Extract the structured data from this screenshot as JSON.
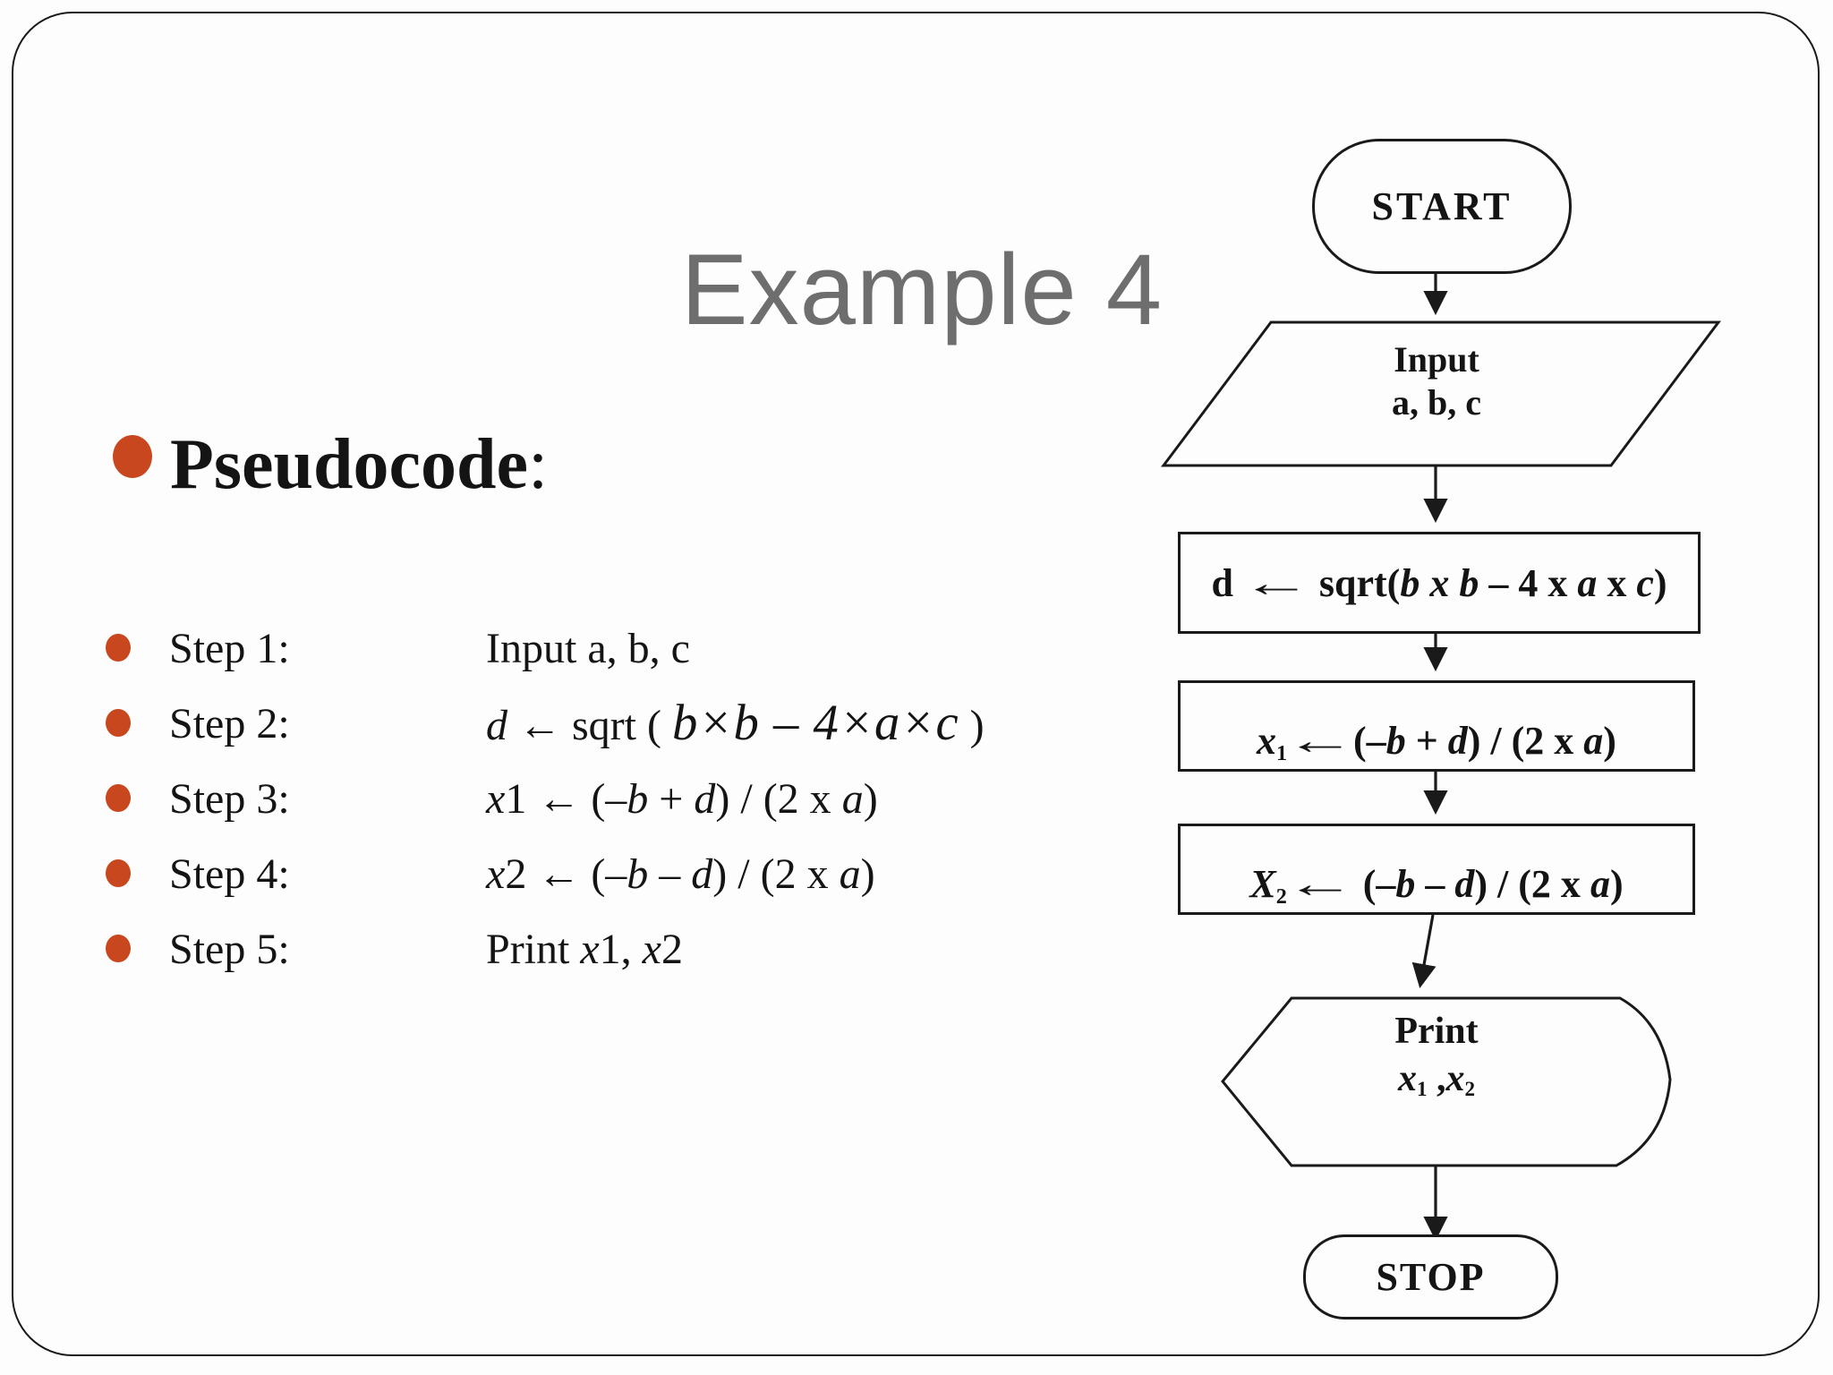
{
  "slide": {
    "title": "Example 4"
  },
  "pseudocode": {
    "heading": "Pseudocode",
    "heading_colon": ":",
    "steps": [
      {
        "label": "Step 1:",
        "parts": [
          {
            "t": "Input a, b, c",
            "c": "r"
          }
        ]
      },
      {
        "label": "Step 2:",
        "parts": [
          {
            "t": "d",
            "c": "i"
          },
          {
            "t": " ← sqrt ( ",
            "c": "r"
          },
          {
            "t": "b×b – 4×a×c",
            "c": "m"
          },
          {
            "t": " )",
            "c": "r"
          }
        ]
      },
      {
        "label": "Step 3:",
        "parts": [
          {
            "t": "x",
            "c": "i"
          },
          {
            "t": "1 ← (–",
            "c": "r"
          },
          {
            "t": "b",
            "c": "i"
          },
          {
            "t": " + ",
            "c": "r"
          },
          {
            "t": "d",
            "c": "i"
          },
          {
            "t": ") / (2 x ",
            "c": "r"
          },
          {
            "t": "a",
            "c": "i"
          },
          {
            "t": ")",
            "c": "r"
          }
        ]
      },
      {
        "label": "Step 4:",
        "parts": [
          {
            "t": "x",
            "c": "i"
          },
          {
            "t": "2 ← (–",
            "c": "r"
          },
          {
            "t": "b",
            "c": "i"
          },
          {
            "t": " – ",
            "c": "r"
          },
          {
            "t": "d",
            "c": "i"
          },
          {
            "t": ") / (2 x ",
            "c": "r"
          },
          {
            "t": "a",
            "c": "i"
          },
          {
            "t": ")",
            "c": "r"
          }
        ]
      },
      {
        "label": "Step 5:",
        "parts": [
          {
            "t": "Print ",
            "c": "r"
          },
          {
            "t": "x",
            "c": "i"
          },
          {
            "t": "1, ",
            "c": "r"
          },
          {
            "t": "x",
            "c": "i"
          },
          {
            "t": "2",
            "c": "r"
          }
        ]
      }
    ]
  },
  "flowchart": {
    "start_label": "START",
    "stop_label": "STOP",
    "input_line1": "Input",
    "input_line2": "a, b, c",
    "proc1_parts": [
      {
        "t": "d ",
        "c": "b"
      },
      {
        "t": "←",
        "c": "la"
      },
      {
        "t": " sqrt(",
        "c": "b"
      },
      {
        "t": "b x b",
        "c": "bi"
      },
      {
        "t": " – 4 x ",
        "c": "b"
      },
      {
        "t": "a",
        "c": "bi"
      },
      {
        "t": " x ",
        "c": "b"
      },
      {
        "t": "c",
        "c": "bi"
      },
      {
        "t": ")",
        "c": "b"
      }
    ],
    "proc2_parts": [
      {
        "t": "x",
        "c": "bi"
      },
      {
        "t": "1",
        "c": "sub"
      },
      {
        "t": "←",
        "c": "la"
      },
      {
        "t": "(–",
        "c": "b"
      },
      {
        "t": "b",
        "c": "bi"
      },
      {
        "t": " + ",
        "c": "b"
      },
      {
        "t": "d",
        "c": "bi"
      },
      {
        "t": ") / (2 x ",
        "c": "b"
      },
      {
        "t": "a",
        "c": "bi"
      },
      {
        "t": ")",
        "c": "b"
      }
    ],
    "proc3_parts": [
      {
        "t": "X",
        "c": "bi"
      },
      {
        "t": "2",
        "c": "sub"
      },
      {
        "t": "←",
        "c": "la"
      },
      {
        "t": " (–",
        "c": "b"
      },
      {
        "t": "b",
        "c": "bi"
      },
      {
        "t": " – ",
        "c": "b"
      },
      {
        "t": "d",
        "c": "bi"
      },
      {
        "t": ") / (2 x ",
        "c": "b"
      },
      {
        "t": "a",
        "c": "bi"
      },
      {
        "t": ")",
        "c": "b"
      }
    ],
    "print_line1": "Print",
    "print_parts": [
      {
        "t": "x",
        "c": "bi"
      },
      {
        "t": "1",
        "c": "sub"
      },
      {
        "t": " ,",
        "c": "b"
      },
      {
        "t": "x",
        "c": "bi"
      },
      {
        "t": "2",
        "c": "sub"
      }
    ]
  },
  "colors": {
    "bullet": "#C9471E",
    "title": "#6E6E6E",
    "ink": "#141414",
    "line": "#1a1a1a"
  }
}
